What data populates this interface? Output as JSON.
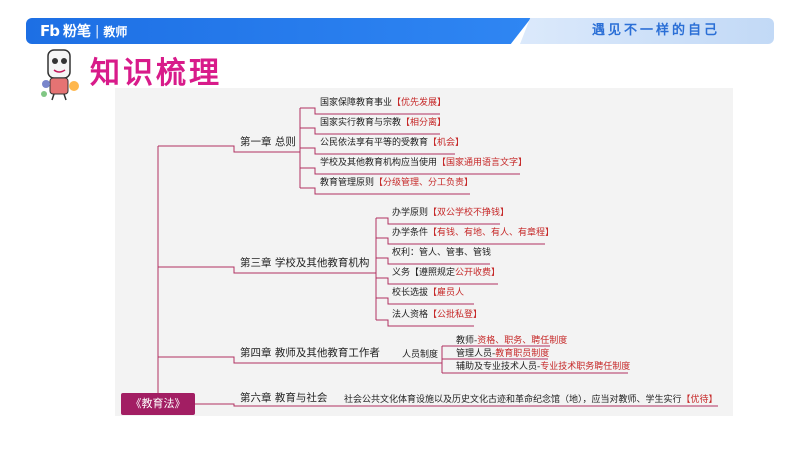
{
  "header": {
    "brand_mark": "Fb",
    "brand_name": "粉笔",
    "brand_sep": "|",
    "brand_sub": "教师",
    "slogan": "遇见不一样的自己"
  },
  "page_title": "知识梳理",
  "colors": {
    "brand_blue": "#1d6fe4",
    "title_pink": "#d81b8a",
    "root_fill": "#a21e63",
    "highlight_red": "#c62828",
    "line_pink": "#b03060"
  },
  "mindmap": {
    "root": "《教育法》",
    "chapters": [
      {
        "label": "第一章  总则",
        "items": [
          {
            "text": "国家保障教育事业",
            "highlight": "【优先发展】"
          },
          {
            "text": "国家实行教育与宗教",
            "highlight": "【相分离】"
          },
          {
            "text": "公民依法享有平等的受教育",
            "highlight": "【机会】"
          },
          {
            "text": "学校及其他教育机构应当使用",
            "highlight": "【国家通用语言文字】"
          },
          {
            "text": "教育管理原则",
            "highlight": "【分级管理、分工负责】"
          }
        ]
      },
      {
        "label": "第三章  学校及其他教育机构",
        "items": [
          {
            "text": "办学原则",
            "highlight": "【双公学校不挣钱】"
          },
          {
            "text": "办学条件",
            "highlight": "【有钱、有地、有人、有章程】"
          },
          {
            "text": "权利：管人、管事、管钱",
            "highlight": ""
          },
          {
            "text": "义务【遵照规定",
            "highlight": "公开收费】"
          },
          {
            "text": "校长选拔",
            "highlight": "【雇员人"
          },
          {
            "text": "法人资格",
            "highlight": "【公批私登】"
          }
        ]
      },
      {
        "label": "第四章  教师及其他教育工作者",
        "sub_label": "人员制度",
        "items": [
          {
            "text": "教师-",
            "highlight": "资格、职务、聘任制度"
          },
          {
            "text": "管理人员-",
            "highlight": "教育职员制度"
          },
          {
            "text": "辅助及专业技术人员-",
            "highlight": "专业技术职务聘任制度"
          }
        ]
      },
      {
        "label": "第六章  教育与社会",
        "items": [
          {
            "text": "社会公共文化体育设施以及历史文化古迹和革命纪念馆（地），应当对教师、学生实行",
            "highlight": "【优待】"
          }
        ]
      }
    ]
  }
}
